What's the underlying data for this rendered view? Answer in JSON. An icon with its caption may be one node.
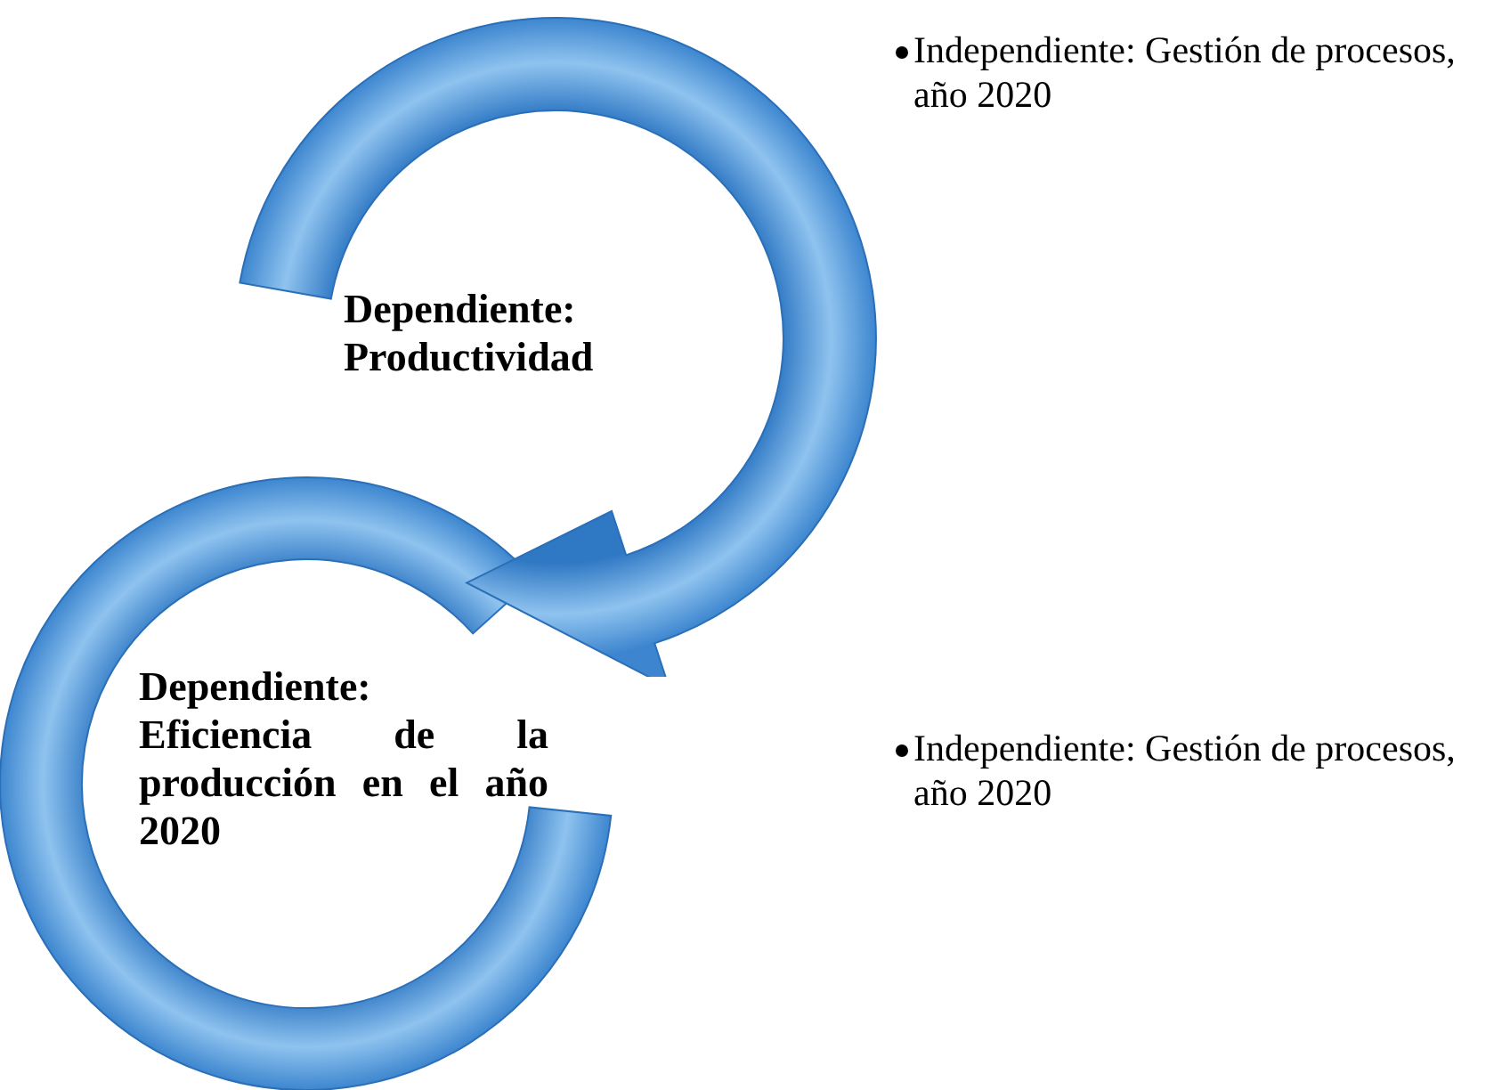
{
  "diagram": {
    "nodes": [
      {
        "text": [
          "Dependiente: Productividad"
        ]
      },
      {
        "text": [
          "Dependiente: Eficiencia de la producción en el año 2020"
        ]
      }
    ],
    "labels": [
      "Independiente: Gestión de procesos, año 2020",
      "Independiente: Gestión de procesos, año 2020"
    ]
  }
}
